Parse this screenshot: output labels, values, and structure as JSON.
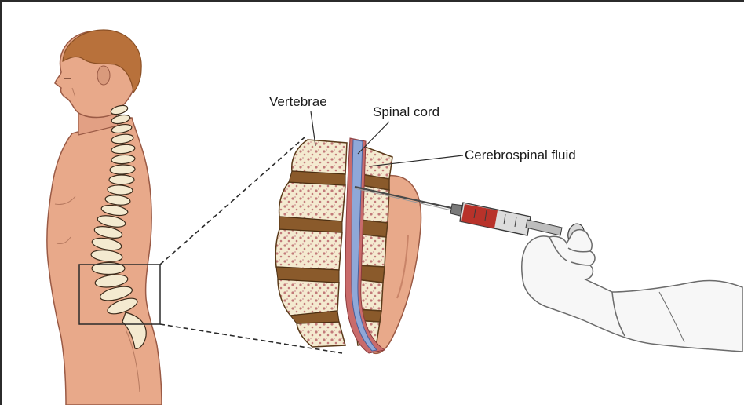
{
  "labels": {
    "vertebrae": "Vertebrae",
    "spinal_cord": "Spinal cord",
    "cerebrospinal_fluid": "Cerebrospinal fluid"
  },
  "colors": {
    "skin": "#e8a98a",
    "skin_shadow": "#c98468",
    "hair": "#b8713b",
    "bone": "#f4ead0",
    "bone_texture": "#c27a7a",
    "disc": "#8a5a2b",
    "cord": "#8fa8d8",
    "fluid": "#c96b6b",
    "syringe_red": "#b8322a",
    "glove": "#f7f7f7"
  }
}
